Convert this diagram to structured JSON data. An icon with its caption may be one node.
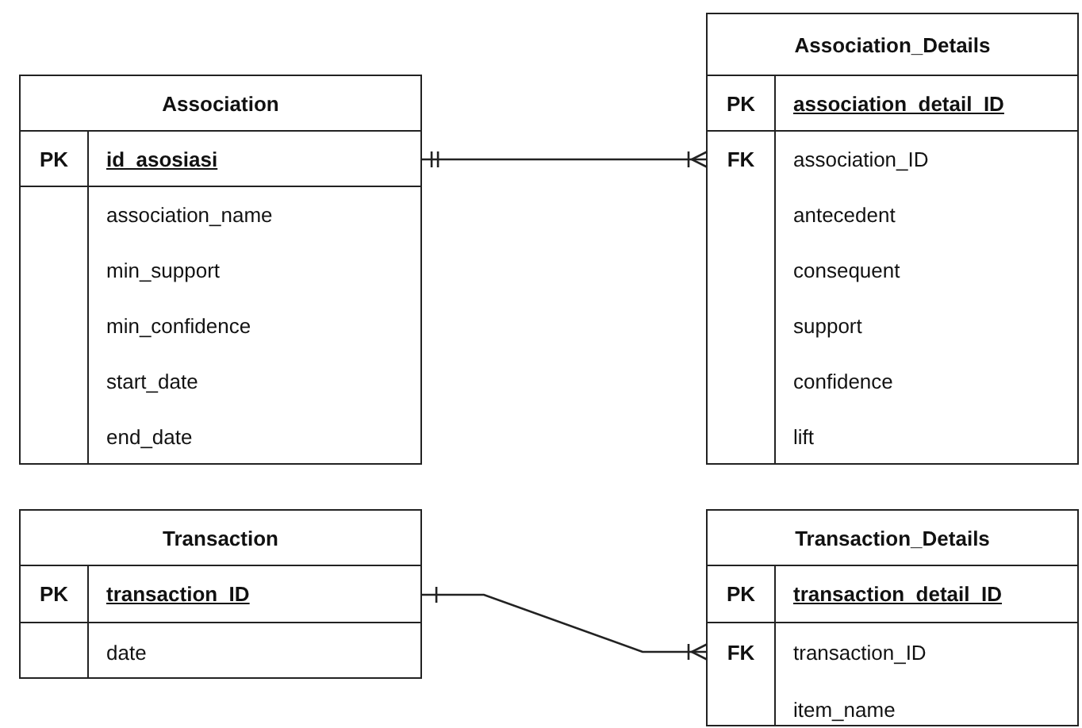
{
  "diagram": {
    "nodes": [
      {
        "text": [
          "Association"
        ]
      },
      {
        "text": [
          "PK",
          "id_asosiasi"
        ],
        "in": 0
      },
      {
        "text": [
          "association_name"
        ],
        "in": 0
      },
      {
        "text": [
          "min_support"
        ],
        "in": 0
      },
      {
        "text": [
          "min_confidence"
        ],
        "in": 0
      },
      {
        "text": [
          "start_date"
        ],
        "in": 0
      },
      {
        "text": [
          "end_date"
        ],
        "in": 0
      },
      {
        "text": [
          "Association_Details"
        ]
      },
      {
        "text": [
          "PK",
          "association_detail_ID"
        ],
        "in": 7
      },
      {
        "text": [
          "FK",
          "association_ID"
        ],
        "in": 7
      },
      {
        "text": [
          "antecedent"
        ],
        "in": 7
      },
      {
        "text": [
          "consequent"
        ],
        "in": 7
      },
      {
        "text": [
          "support"
        ],
        "in": 7
      },
      {
        "text": [
          "confidence"
        ],
        "in": 7
      },
      {
        "text": [
          "lift"
        ],
        "in": 7
      },
      {
        "text": [
          "Transaction"
        ]
      },
      {
        "text": [
          "PK",
          "transaction_ID"
        ],
        "in": 15
      },
      {
        "text": [
          "date"
        ],
        "in": 15
      },
      {
        "text": [
          "Transaction_Details"
        ]
      },
      {
        "text": [
          "PK",
          "transaction_detail_ID"
        ],
        "in": 18
      },
      {
        "text": [
          "FK",
          "transaction_ID"
        ],
        "in": 18
      },
      {
        "text": [
          "item_name"
        ],
        "in": 18
      }
    ],
    "edges": [
      {
        "from": 1,
        "to": 9,
        "arrow": "other"
      },
      {
        "from": 16,
        "to": 20,
        "arrow": "other"
      }
    ]
  }
}
